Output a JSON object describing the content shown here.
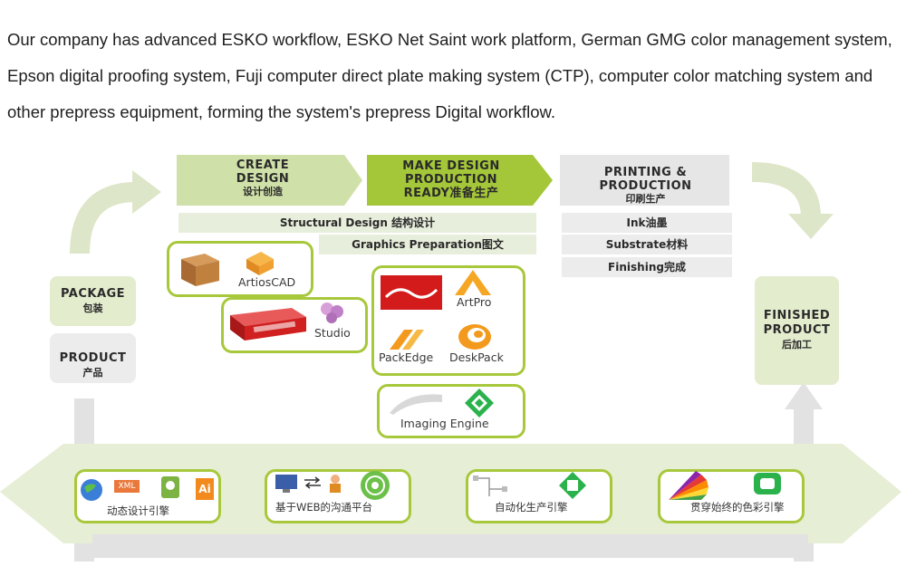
{
  "intro": {
    "text": "Our company has advanced ESKO workflow, ESKO Net Saint work platform, German GMG color management system, Epson digital proofing system, Fuji computer direct plate making system (CTP), computer color matching system and other prepress equipment, forming the system's prepress Digital workflow."
  },
  "stages": {
    "create": {
      "line1": "CREATE",
      "line2": "DESIGN",
      "cn": "设计创造"
    },
    "make": {
      "line1": "MAKE DESIGN",
      "line2": "PRODUCTION",
      "line3": "READY准备生产"
    },
    "print": {
      "line1": "PRINTING &",
      "line2": "PRODUCTION",
      "cn": "印刷生产"
    }
  },
  "bars": {
    "structural": "Structural Design  结构设计",
    "graphics": "Graphics  Preparation图文",
    "ink": "Ink油墨",
    "substrate": "Substrate材料",
    "finishing": "Finishing完成"
  },
  "side": {
    "package": {
      "en": "PACKAGE",
      "cn": "包装"
    },
    "product": {
      "en": "PRODUCT",
      "cn": "产品"
    },
    "finished": {
      "line1": "FINISHED",
      "line2": "PRODUCT",
      "cn": "后加工"
    }
  },
  "tools": {
    "artioscad": "ArtiosCAD",
    "studio": "Studio",
    "artpro": "ArtPro",
    "packedge": "PackEdge",
    "deskpack": "DeskPack",
    "imaging": "Imaging Engine"
  },
  "bottom": {
    "dynamic": "动态设计引擎",
    "xml": "XML",
    "ai": "Ai",
    "web": "基于WEB的沟通平台",
    "auto": "自动化生产引擎",
    "color": "贯穿始终的色彩引擎"
  },
  "colors": {
    "green_dark": "#8fb32a",
    "green_light": "#dce8bf",
    "grey": "#e4e4e4",
    "accent_orange": "#f5a623"
  }
}
